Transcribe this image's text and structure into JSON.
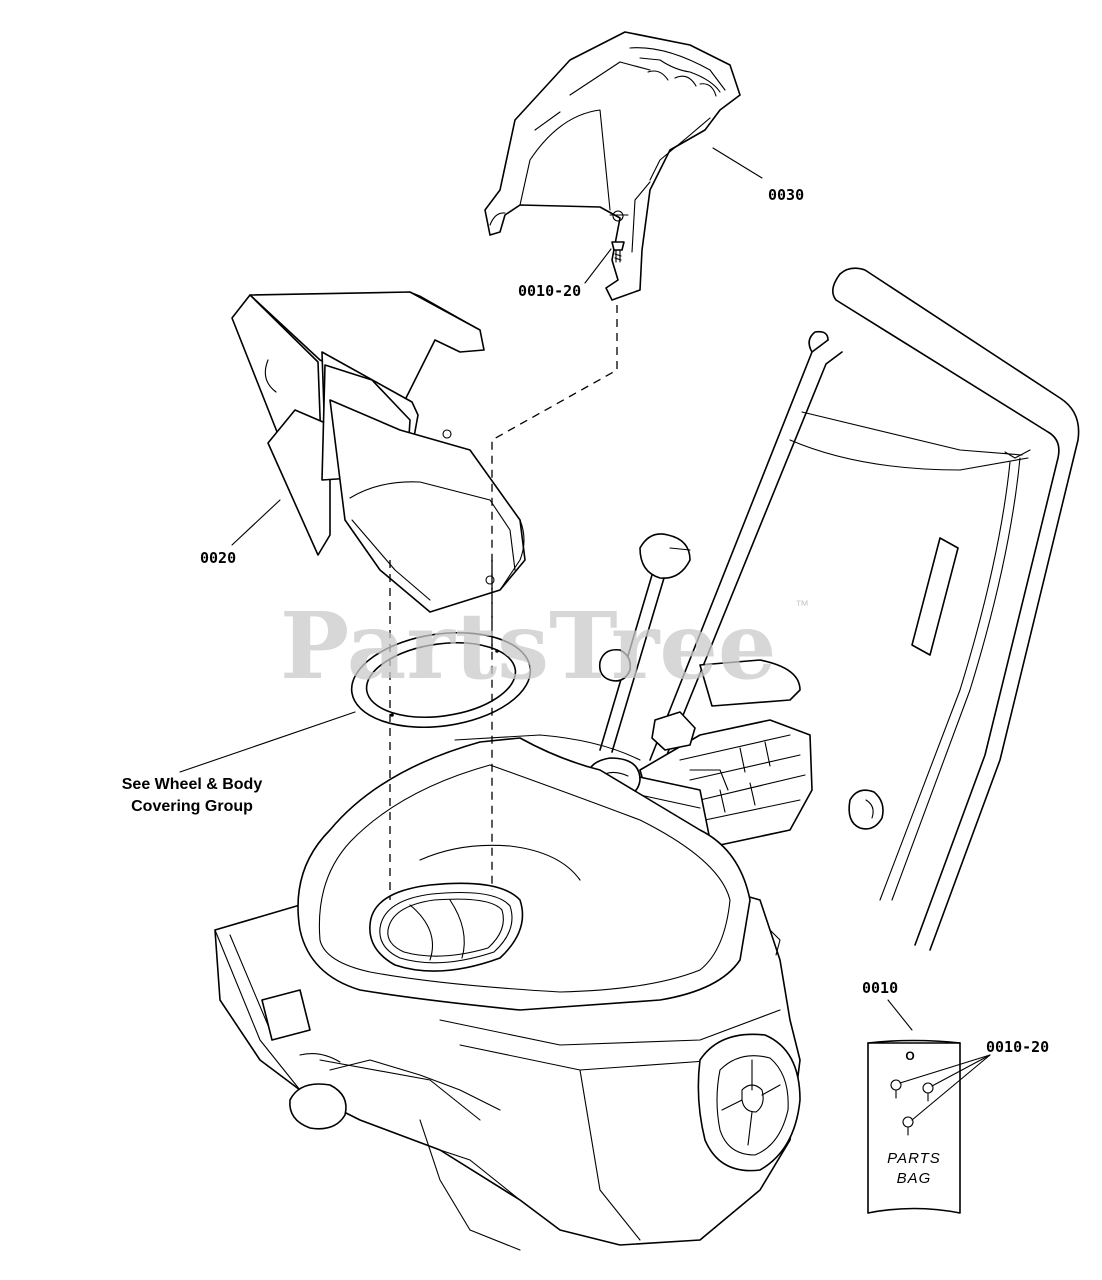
{
  "diagram": {
    "labels": {
      "handle": "0030",
      "screw_top": "0010-20",
      "chute": "0020",
      "group_line1": "See Wheel & Body",
      "group_line2": "Covering Group",
      "bag_part": "0010",
      "screw_bag": "0010-20"
    },
    "parts_bag": {
      "line1": "PARTS",
      "line2": "BAG",
      "hole_mark": "O"
    },
    "watermark": {
      "text": "PartsTree",
      "tm": "™"
    }
  }
}
